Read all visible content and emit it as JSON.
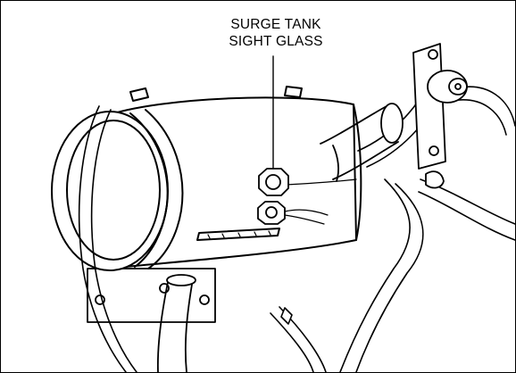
{
  "callout": {
    "line1": "SURGE TANK",
    "line2": "SIGHT GLASS"
  },
  "colors": {
    "ink": "#000000",
    "paper": "#ffffff"
  },
  "icons": [
    "surge-tank-drawing",
    "sight-glass-icon",
    "leader-line",
    "cap-icon"
  ]
}
